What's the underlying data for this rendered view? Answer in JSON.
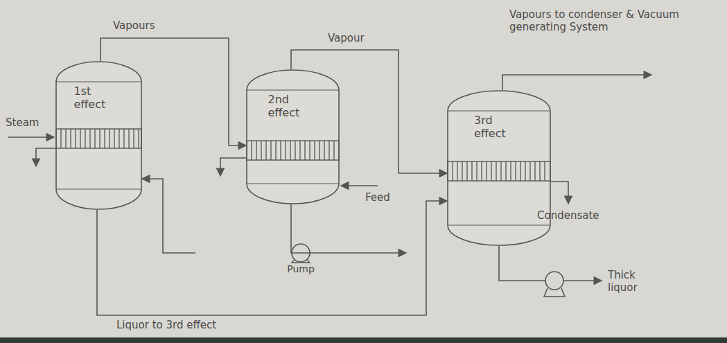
{
  "diagram": {
    "nodes": [
      {
        "text": [
          "1st effect"
        ]
      },
      {
        "text": [
          "2nd effect"
        ]
      },
      {
        "text": [
          "3rd effect"
        ]
      },
      {
        "text": [
          "Pump"
        ]
      }
    ],
    "edges": [
      {
        "from": 0,
        "to": 1,
        "label": "Vapours",
        "arrow": "to"
      },
      {
        "from": 1,
        "to": 2,
        "label": "Vapour",
        "arrow": "to"
      },
      {
        "from": 1,
        "to": 3,
        "arrow": "to"
      },
      {
        "from": 3,
        "to": 0,
        "arrow": "to"
      },
      {
        "from": 0,
        "to": 2,
        "label": "Liquor to 3rd effect",
        "arrow": "to"
      }
    ],
    "labels": [
      "Vapours to condenser & Vacuum generating System",
      "Steam",
      "Feed",
      "Condensate",
      "Thick liquor"
    ]
  }
}
